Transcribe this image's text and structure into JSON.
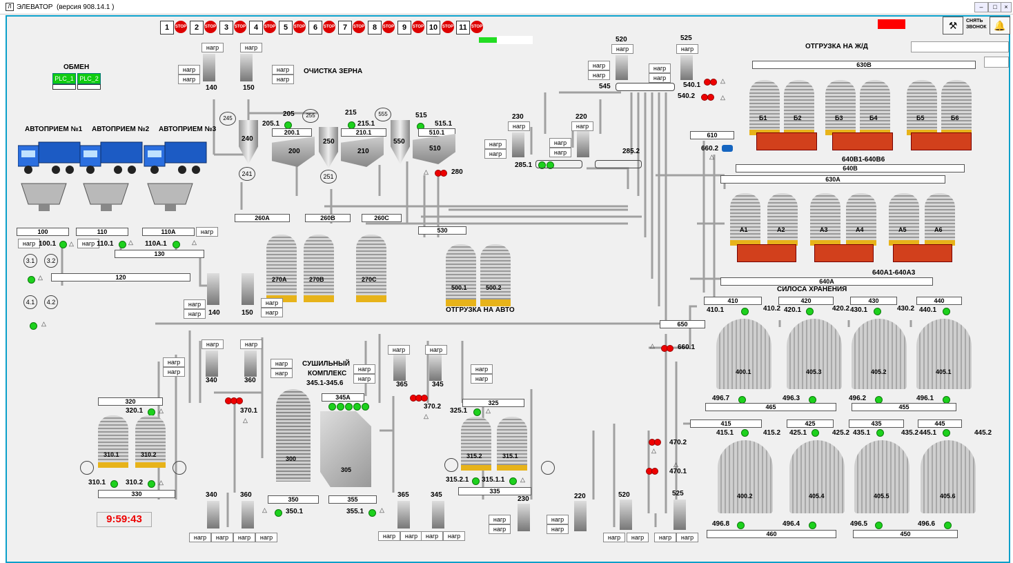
{
  "window": {
    "title": "ЭЛЕВАТОР",
    "version": "(версия 908.14.1 )"
  },
  "top_buttons": [
    "1",
    "2",
    "3",
    "4",
    "5",
    "6",
    "7",
    "8",
    "9",
    "10",
    "11"
  ],
  "stop_label": "STOP",
  "header": {
    "snyat_label": "СНЯТЬ ЗВОНОК",
    "otgruzka_zhd": "ОТГРУЗКА НА Ж/Д"
  },
  "clock": "9:59:43",
  "narg": "нагр",
  "obmen": {
    "title": "ОБМЕН",
    "plc1": "PLC_1",
    "plc2": "PLC_2"
  },
  "labels": {
    "avto1": "АВТОПРИЕМ №1",
    "avto2": "АВТОПРИЕМ №2",
    "avto3": "АВТОПРИЕМ №3",
    "ochistka": "ОЧИСТКА ЗЕРНА",
    "otgruzka_avto": "ОТГРУЗКА НА АВТО",
    "sushilny1": "СУШИЛЬНЫЙ",
    "sushilny2": "КОМПЛЕКС",
    "sushilny3": "345.1-345.6",
    "siloса": "СИЛОСА ХРАНЕНИЯ"
  },
  "conveyors": {
    "c100": "100",
    "c110": "110",
    "c110a": "110A",
    "c130": "130",
    "c120": "120",
    "c260a": "260A",
    "c260b": "260B",
    "c260c": "260C",
    "c530": "530",
    "c630b": "630B",
    "c640b": "640B",
    "c630a": "630A",
    "c640a": "640A",
    "c610": "610",
    "c650": "650",
    "c410": "410",
    "c420": "420",
    "c430": "430",
    "c440": "440",
    "c465": "465",
    "c455": "455",
    "c415": "415",
    "c425": "425",
    "c435": "435",
    "c445": "445",
    "c460": "460",
    "c450": "450",
    "c320": "320",
    "c330": "330",
    "c325": "325",
    "c335": "335",
    "c345a": "345A",
    "c350": "350",
    "c355": "355"
  },
  "numbers": {
    "n100_1": "100.1",
    "n110_1": "110.1",
    "n110a_1": "110A.1",
    "n3_1": "3.1",
    "n3_2": "3.2",
    "n4_1": "4.1",
    "n4_2": "4.2",
    "n140": "140",
    "n150": "150",
    "n140b": "140",
    "n150b": "150",
    "n205": "205",
    "n205_1": "205.1",
    "n200_1": "200.1",
    "n215": "215",
    "n215_1": "215.1",
    "n210_1": "210.1",
    "n515": "515",
    "n515_1": "515.1",
    "n510_1": "510.1",
    "n245": "245",
    "n255": "255",
    "n555": "555",
    "n240": "240",
    "n241": "241",
    "n200": "200",
    "n250": "250",
    "n251": "251",
    "n210": "210",
    "n550": "550",
    "n510": "510",
    "n280": "280",
    "n520t": "520",
    "n525t": "525",
    "n545": "545",
    "n540_1": "540.1",
    "n540_2": "540.2",
    "n230": "230",
    "n220": "220",
    "n285_1": "285.1",
    "n285_2": "285.2",
    "n660_2": "660.2",
    "n270a": "270A",
    "n270b": "270B",
    "n270c": "270C",
    "n500_1": "500.1",
    "n500_2": "500.2",
    "b1": "Б1",
    "b2": "Б2",
    "b3": "Б3",
    "b4": "Б4",
    "b5": "Б5",
    "b6": "Б6",
    "n640b1": "640B1-640B6",
    "a1": "А1",
    "a2": "А2",
    "a3": "А3",
    "a4": "А4",
    "a5": "А5",
    "a6": "А6",
    "n640a1": "640A1-640A3",
    "n410_1": "410.1",
    "n410_2": "410.2",
    "n420_1": "420.1",
    "n420_2": "420.2",
    "n430_1": "430.1",
    "n430_2": "430.2",
    "n440_1": "440.1",
    "s400_1": "400.1",
    "s405_3": "405.3",
    "s405_2": "405.2",
    "s405_1": "405.1",
    "n496_7": "496.7",
    "n496_3": "496.3",
    "n496_2": "496.2",
    "n496_1": "496.1",
    "n415_1": "415.1",
    "n415_2": "415.2",
    "n425_1": "425.1",
    "n425_2": "425.2",
    "n435_1": "435.1",
    "n435_2": "435.2",
    "n445_1": "445.1",
    "n445_2": "445.2",
    "s400_2": "400.2",
    "s405_4": "405.4",
    "s405_5": "405.5",
    "s405_6": "405.6",
    "n496_8": "496.8",
    "n496_4": "496.4",
    "n496_5": "496.5",
    "n496_6": "496.6",
    "n660_1": "660.1",
    "n470_2": "470.2",
    "n470_1": "470.1",
    "n340": "340",
    "n360": "360",
    "n370_1": "370.1",
    "n365": "365",
    "n345": "345",
    "n370_2": "370.2",
    "n300": "300",
    "n305": "305",
    "n320_1": "320.1",
    "n310_1": "310.1",
    "n310_2": "310.2",
    "n310_1b": "310.1",
    "n310_2b": "310.2",
    "n325_1": "325.1",
    "n315_2": "315.2",
    "n315_1": "315.1",
    "n315_2_1": "315.2.1",
    "n315_1_1": "315.1.1",
    "n350_1": "350.1",
    "n355_1": "355.1",
    "e340": "340",
    "e360": "360",
    "e365": "365",
    "e345": "345",
    "e230": "230",
    "e220": "220",
    "e520": "520",
    "e525": "525"
  },
  "colors": {
    "frame": "#0a9fc9",
    "green": "#1dd11d",
    "red": "#e00000",
    "silver": "#b8b8b8",
    "gold": "#e7b31a",
    "truck_blue": "#1c5bc4",
    "wagon": "#d2401c"
  }
}
